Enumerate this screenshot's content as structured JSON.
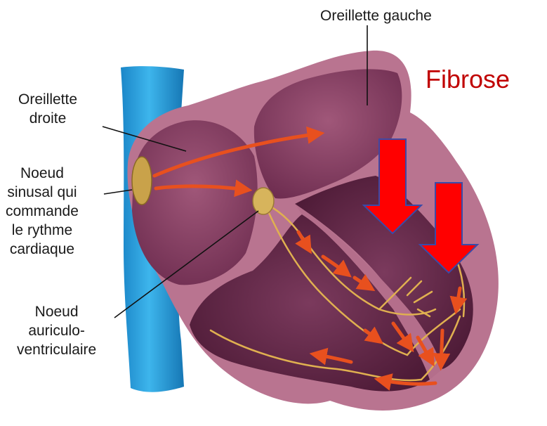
{
  "labels": {
    "left_atrium": "Oreillette gauche",
    "right_atrium": "Oreillette\ndroite",
    "sinus_node": "Noeud\nsinusal qui\ncommande\nle rythme\ncardiaque",
    "av_node": "Noeud\nauriculo-\nventriculaire",
    "fibrose": "Fibrose"
  },
  "colors": {
    "vein": "#2aa3de",
    "heart_outer": "#b06a86",
    "heart_wall": "#a85c7c",
    "chamber_dark": "#5a2140",
    "chamber_mid": "#7a3558",
    "node": "#c9a24a",
    "conduction": "#e0b050",
    "impulse_arrow": "#e8501e",
    "fibrose_arrow": "#ff0000",
    "fibrose_text": "#c00000"
  }
}
